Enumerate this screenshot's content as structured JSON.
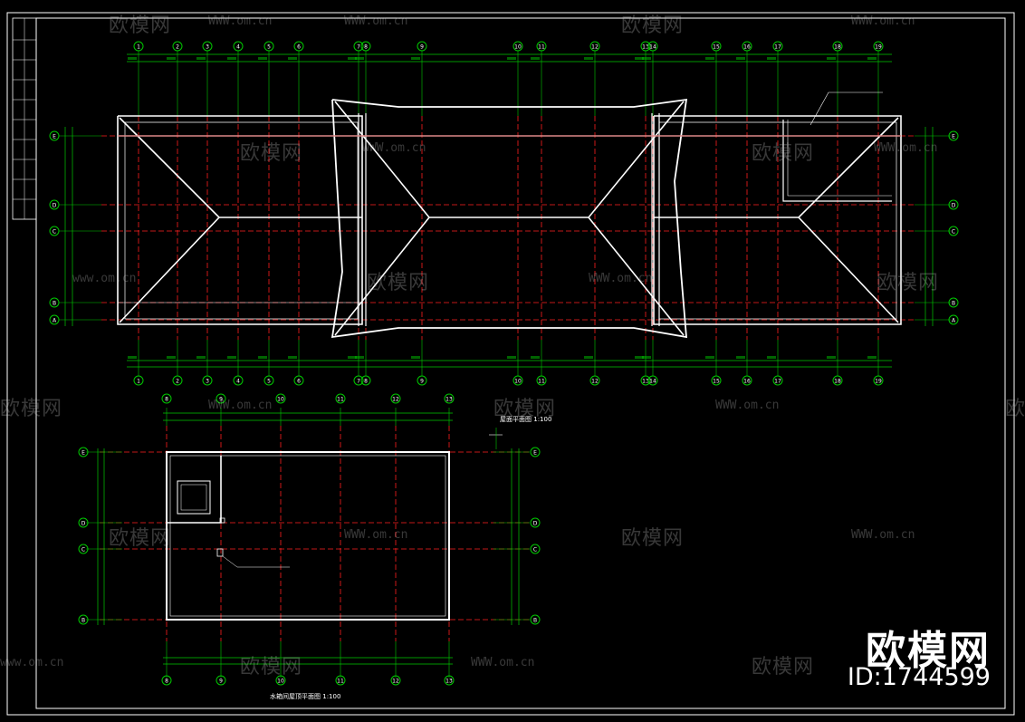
{
  "watermark": {
    "brand_cn": "欧模网",
    "url": "WWW.om.cn",
    "url_lower": "www.om.cn"
  },
  "brand": {
    "name": "欧模网",
    "id_label": "ID:1744599"
  },
  "plan_top": {
    "title": "屋面平面图",
    "scale": "1:100",
    "col_axes": [
      "1",
      "2",
      "3",
      "4",
      "5",
      "6",
      "7",
      "8",
      "9",
      "10",
      "11",
      "12",
      "13",
      "14",
      "15",
      "16",
      "17",
      "18",
      "19"
    ],
    "row_axes": [
      "E",
      "D",
      "C",
      "B",
      "A"
    ]
  },
  "plan_bottom": {
    "title": "水箱间屋顶平面图",
    "scale": "1:100",
    "col_axes": [
      "8",
      "9",
      "10",
      "11",
      "12",
      "13"
    ],
    "row_axes": [
      "E",
      "D",
      "C",
      "B"
    ]
  },
  "colors": {
    "axis": "#00c800",
    "grid": "#ff2020",
    "wall": "#ffffff",
    "frame": "#ffffff"
  }
}
